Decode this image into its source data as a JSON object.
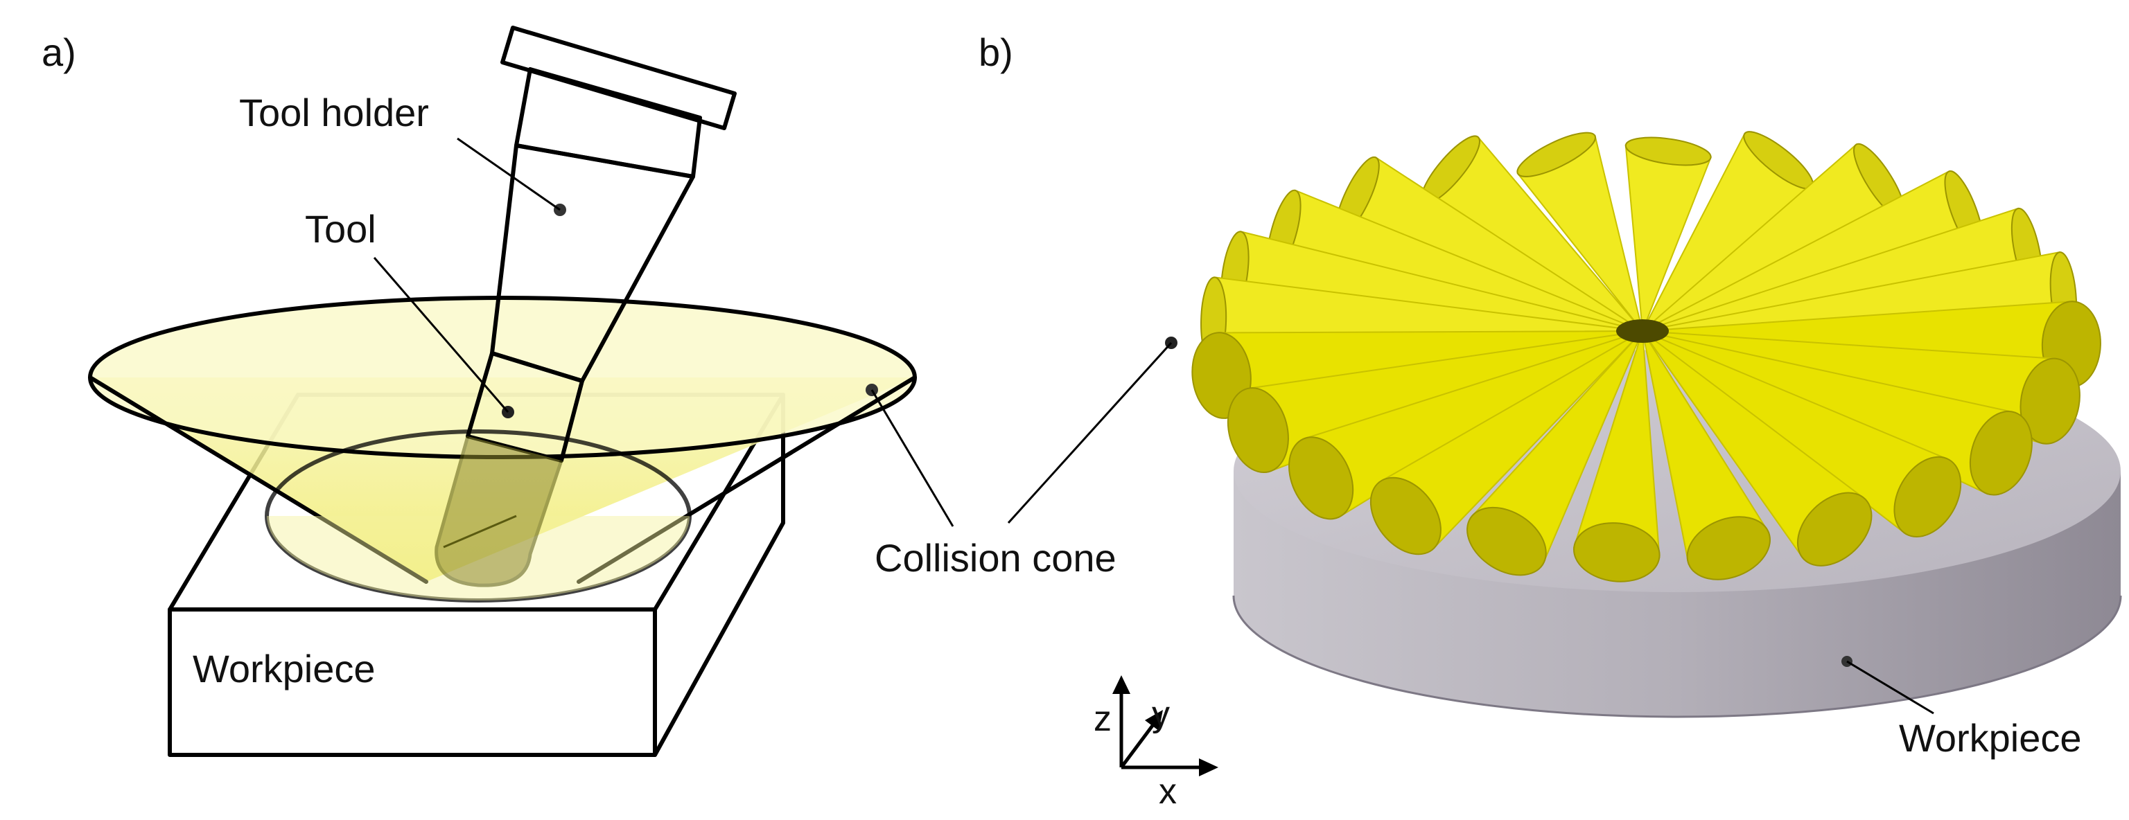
{
  "panel_a": {
    "label": "a)",
    "tool_holder_label": "Tool holder",
    "tool_label": "Tool",
    "workpiece_label": "Workpiece"
  },
  "panel_b": {
    "label": "b)",
    "collision_cone_label": "Collision cone",
    "workpiece_label": "Workpiece",
    "axes": {
      "x": "x",
      "y": "y",
      "z": "z"
    }
  },
  "colors": {
    "cone_fill": "#f7f3a0",
    "cone_yellow": "#e8e200",
    "cone_dark": "#bdb500",
    "workpiece_gray": "#a8a3ad",
    "tool_gray": "#7a7a7a",
    "holder_fill": "#fcfcf5"
  }
}
